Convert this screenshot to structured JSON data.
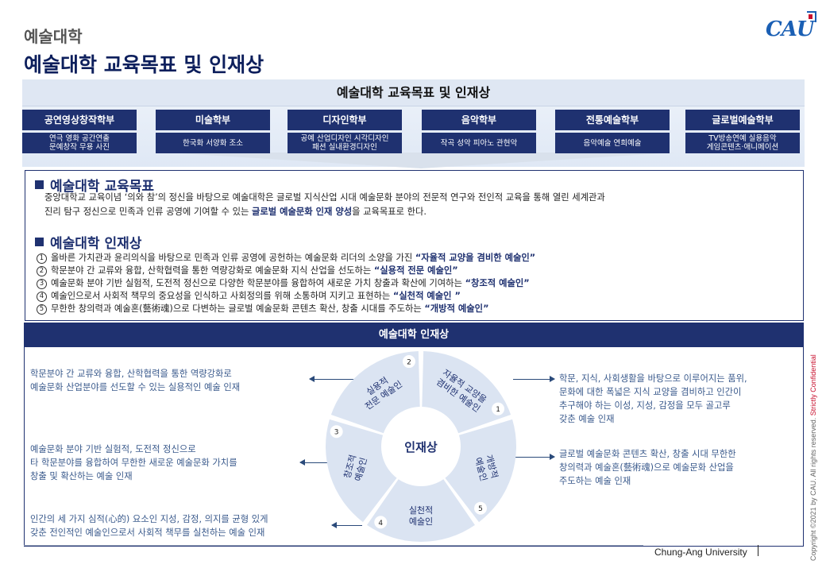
{
  "header": {
    "supertitle": "예술대학",
    "title": "예술대학 교육목표 및 인재상",
    "logo": "CAU"
  },
  "banner": {
    "title": "예술대학 교육목표 및 인재상",
    "departments": [
      {
        "name": "공연영상창작학부",
        "lines": [
          "연극 영화 공간연출",
          "문예창작 무용 사진"
        ]
      },
      {
        "name": "미술학부",
        "lines": [
          "한국화 서양화 조소"
        ]
      },
      {
        "name": "디자인학부",
        "lines": [
          "공예 산업디자인 시각디자인",
          "패션 실내환경디자인"
        ]
      },
      {
        "name": "음악학부",
        "lines": [
          "작곡 성악 피아노 관현악"
        ]
      },
      {
        "name": "전통예술학부",
        "lines": [
          "음악예술 연희예술"
        ]
      },
      {
        "name": "글로벌예술학부",
        "lines": [
          "TV방송연예 실용음악",
          "게임콘텐츠·애니메이션"
        ]
      }
    ]
  },
  "goals": {
    "heading": "예술대학 교육목표",
    "line1": "중앙대학교 교육이념 ‘의와 참’의 정신을 바탕으로 예술대학은 글로벌 지식산업 시대 예술문화 분야의 전문적 연구와 전인적 교육을 통해 열린 세계관과",
    "line2_pre": "진리 탐구 정신으로 민족과 인류 공영에 기여할 수 있는 ",
    "line2_em": "글로벌 예술문화 인재 양성",
    "line2_post": "을 교육목표로 한다."
  },
  "talent": {
    "heading": "예술대학 인재상",
    "items": [
      {
        "num": "1",
        "text": "올바른 가치관과 윤리의식을 바탕으로 민족과 인류 공영에 공헌하는 예술문화 리더의 소양을 가진 ",
        "em": "“자율적 교양을 겸비한 예술인”"
      },
      {
        "num": "2",
        "text": "학문분야 간 교류와 융합, 산학협력을 통한 역량강화로 예술문화 지식 산업을 선도하는 ",
        "em": "“실용적 전문 예술인”"
      },
      {
        "num": "3",
        "text": "예술문화 분야 기반 실험적, 도전적 정신으로 다양한 학문분야를 융합하여 새로운 가치 창출과 확산에 기여하는 ",
        "em": "“창조적 예술인”"
      },
      {
        "num": "4",
        "text": "예술인으로서 사회적 책무의 중요성을 인식하고 사회정의를 위해 소통하며 지키고 표현하는 ",
        "em": "“실천적 예술인 ”"
      },
      {
        "num": "5",
        "text": "무한한 창의력과 예술혼(藝術魂)으로 다변하는 글로벌 예술문화 콘텐츠 확산, 창출 시대를 주도하는 ",
        "em": "“개방적 예술인”"
      }
    ]
  },
  "lower": {
    "heading": "예술대학 인재상",
    "center": "인재상",
    "segments": [
      {
        "num": "1",
        "lines": [
          "자율적 교양을",
          "겸비한 예술인"
        ]
      },
      {
        "num": "2",
        "lines": [
          "실용적",
          "전문 예술인"
        ]
      },
      {
        "num": "3",
        "lines": [
          "창조적",
          "예술인"
        ]
      },
      {
        "num": "4",
        "lines": [
          "실천적",
          "예술인"
        ]
      },
      {
        "num": "5",
        "lines": [
          "개방적",
          "예술인"
        ]
      }
    ],
    "desc_left_top": [
      "학문분야 간 교류와 융합, 산학협력을 통한 역량강화로",
      "예술문화 산업분야를 선도할 수 있는 실용적인 예술 인재"
    ],
    "desc_left_mid": [
      "예술문화 분야 기반 실험적, 도전적 정신으로",
      "타 학문분야를 융합하여 무한한 새로운 예술문화 가치를",
      "창출 및 확산하는 예술 인재"
    ],
    "desc_left_bot": [
      "인간의 세 가지 심적(心的) 요소인 지성, 감정, 의지를 균형 있게",
      "갖춘 전인적인 예술인으로서 사회적 책무를 실천하는 예술 인재"
    ],
    "desc_right_top": [
      "학문, 지식, 사회생활을 바탕으로 이루어지는 품위,",
      "문화에 대한 폭넓은 지식 교양을 겸비하고 인간이",
      "추구해야 하는 이성, 지성, 감정을 모두 골고루",
      "갖춘 예술 인재"
    ],
    "desc_right_mid": [
      "글로벌 예술문화 콘텐츠 확산, 창출 시대 무한한",
      "창의력과 예술혼(藝術魂)으로 예술문화 산업을",
      "주도하는 예술 인재"
    ]
  },
  "footer": {
    "org": "Chung-Ang University",
    "copyright": "Copyright ©2021  by CAU. All rights reserved.",
    "confidential": "Strictly Confidential"
  },
  "colors": {
    "navy": "#1f3170",
    "wheel": "#dbe4f2",
    "center": "#ffffff"
  }
}
